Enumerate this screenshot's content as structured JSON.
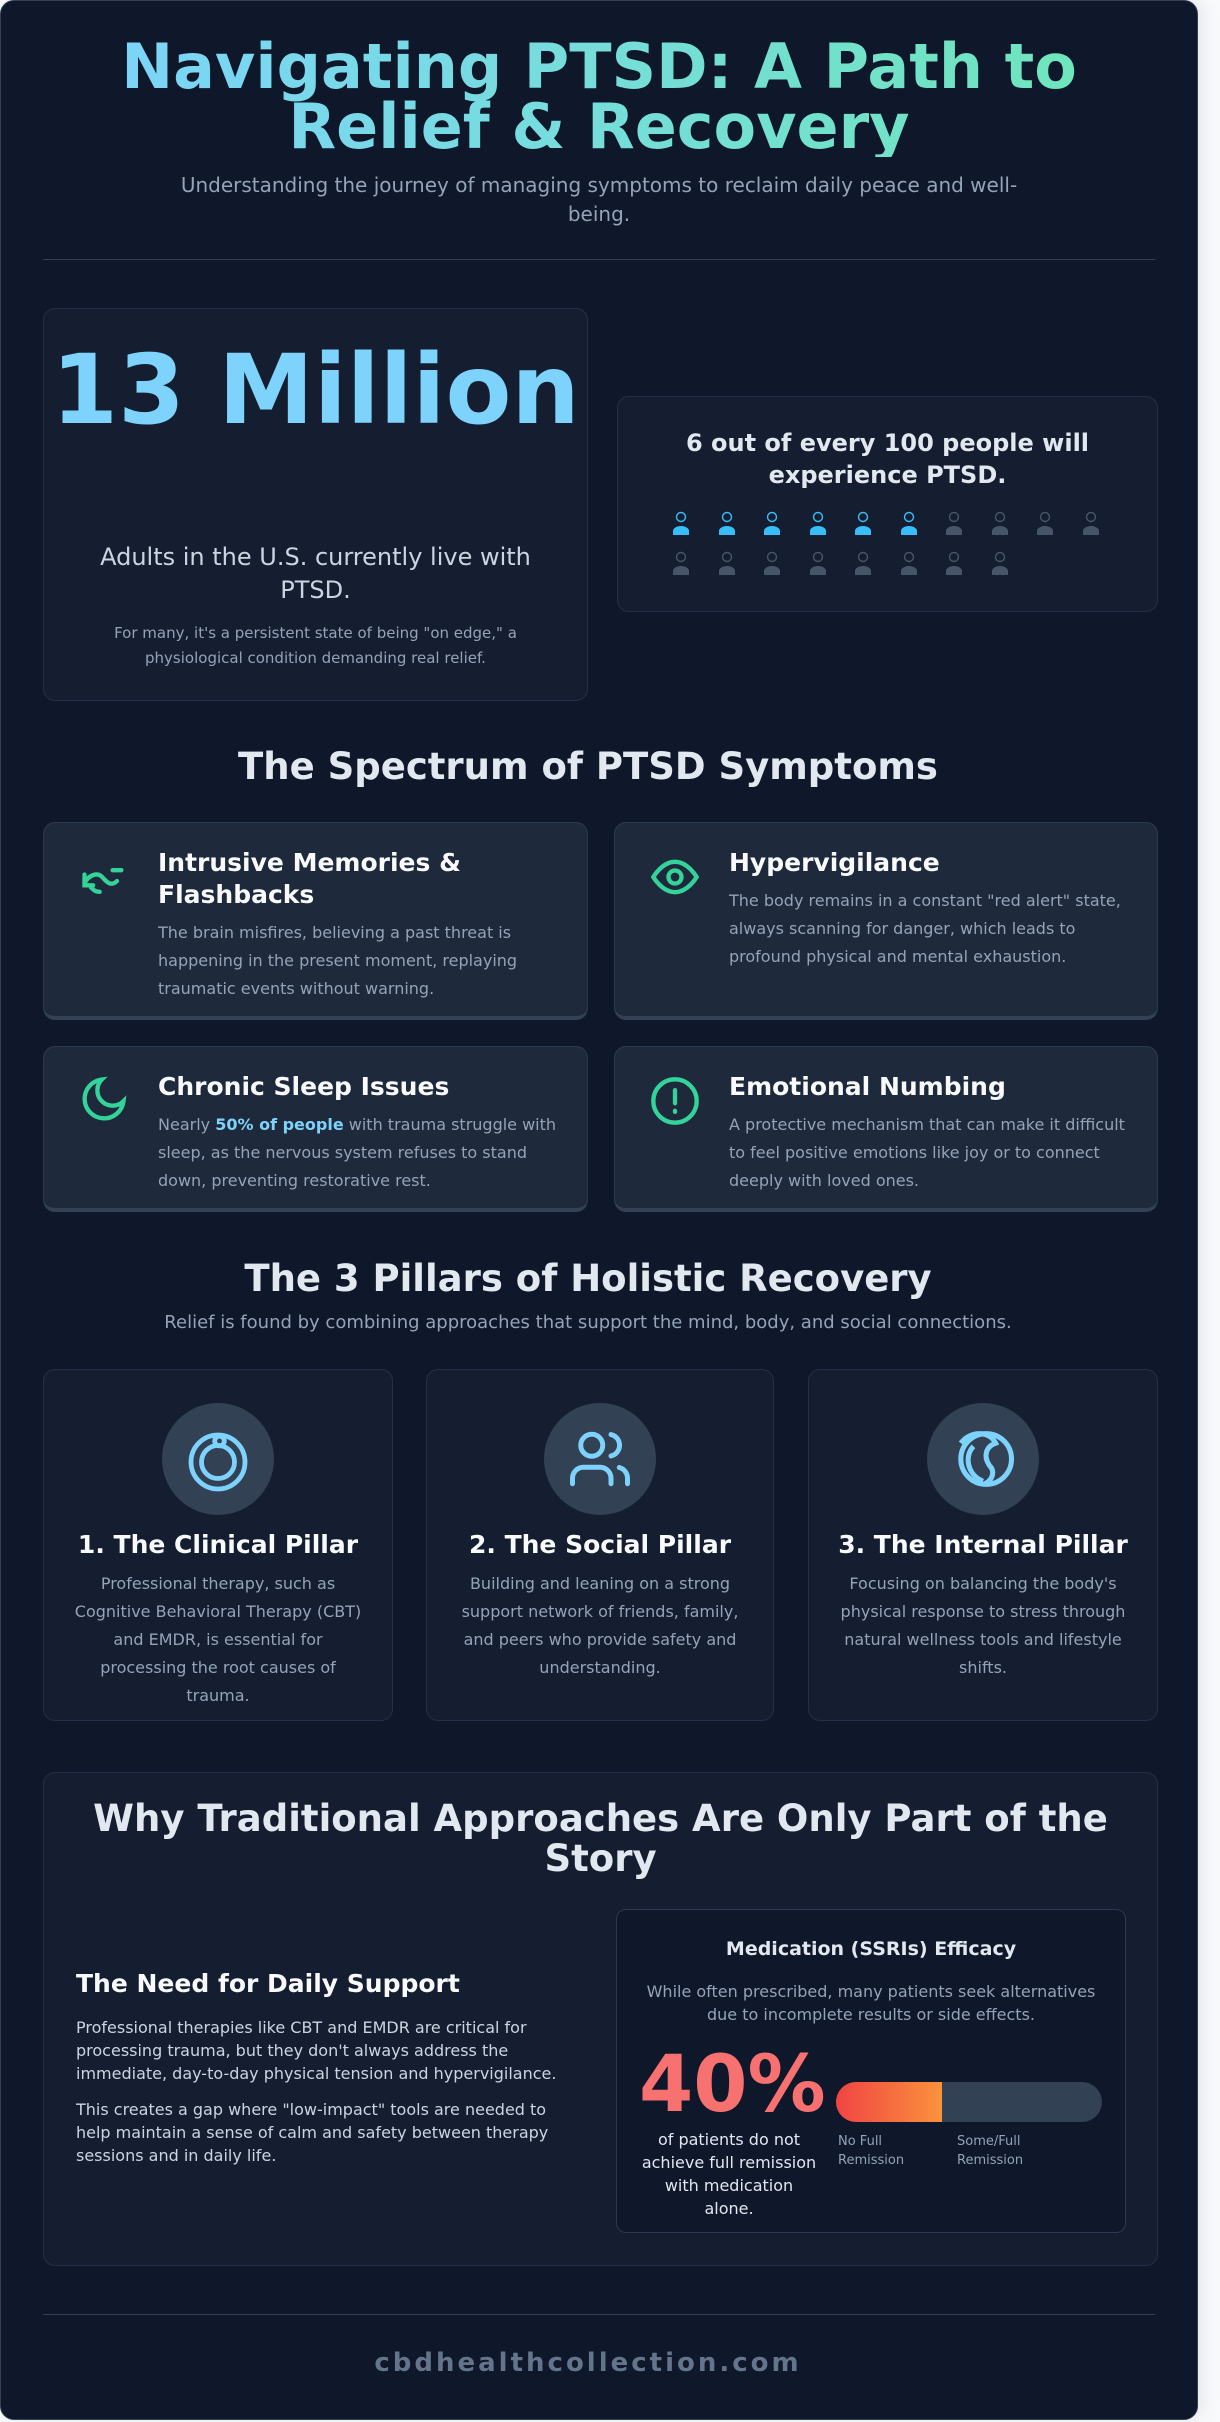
{
  "header": {
    "title": "Navigating PTSD: A Path to Relief & Recovery",
    "subtitle": "Understanding the journey of managing symptoms to reclaim daily peace and well-being."
  },
  "stats": {
    "big_number": "13 Million",
    "big_label": "Adults in the U.S. currently live with PTSD.",
    "big_note": "For many, it's a persistent state of being \"on edge,\" a physiological condition demanding real relief.",
    "ratio_title": "6 out of every 100 people will experience PTSD.",
    "icons_total": 18,
    "icons_highlighted": 6,
    "highlight_color": "#38bdf8",
    "muted_color": "#475569"
  },
  "symptoms": {
    "heading": "The Spectrum of PTSD Symptoms",
    "items": [
      {
        "icon": "flashback-arrows-icon",
        "title": "Intrusive Memories & Flashbacks",
        "desc": "The brain misfires, believing a past threat is happening in the present moment, replaying traumatic events without warning."
      },
      {
        "icon": "eye-icon",
        "title": "Hypervigilance",
        "desc": "The body remains in a constant \"red alert\" state, always scanning for danger, which leads to profound physical and mental exhaustion."
      },
      {
        "icon": "moon-icon",
        "title": "Chronic Sleep Issues",
        "desc_pre": "Nearly ",
        "desc_highlight": "50% of people",
        "desc_post": " with trauma struggle with sleep, as the nervous system refuses to stand down, preventing restorative rest."
      },
      {
        "icon": "alert-circle-icon",
        "title": "Emotional Numbing",
        "desc": "A protective mechanism that can make it difficult to feel positive emotions like joy or to connect deeply with loved ones."
      }
    ]
  },
  "pillars": {
    "heading": "The 3 Pillars of Holistic Recovery",
    "subtitle": "Relief is found by combining approaches that support the mind, body, and social connections.",
    "items": [
      {
        "icon": "clinical-icon",
        "title": "1. The Clinical Pillar",
        "desc": "Professional therapy, such as Cognitive Behavioral Therapy (CBT) and EMDR, is essential for processing the root causes of trauma."
      },
      {
        "icon": "users-icon",
        "title": "2. The Social Pillar",
        "desc": "Building and leaning on a strong support network of friends, family, and peers who provide safety and understanding."
      },
      {
        "icon": "balance-icon",
        "title": "3. The Internal Pillar",
        "desc": "Focusing on balancing the body's physical response to stress through natural wellness tools and lifestyle shifts."
      }
    ]
  },
  "why": {
    "heading": "Why Traditional Approaches Are Only Part of the Story",
    "left_title": "The Need for Daily Support",
    "para1": "Professional therapies like CBT and EMDR are critical for processing trauma, but they don't always address the immediate, day-to-day physical tension and hypervigilance.",
    "para2": "This creates a gap where \"low-impact\" tools are needed to help maintain a sense of calm and safety between therapy sessions and in daily life.",
    "med": {
      "title": "Medication (SSRIs) Efficacy",
      "desc": "While often prescribed, many patients seek alternatives due to incomplete results or side effects.",
      "percent": "40%",
      "percent_value": 40,
      "percent_desc": "of patients do not achieve full remission with medication alone.",
      "label_no": "No Full Remission",
      "label_some": "Some/Full Remission"
    }
  },
  "footer": {
    "site": "cbdhealthcollection.com"
  },
  "colors": {
    "accent": "#7dd3fc",
    "teal": "#34d399",
    "alert": "#f87171",
    "bg": "#0f172a"
  }
}
